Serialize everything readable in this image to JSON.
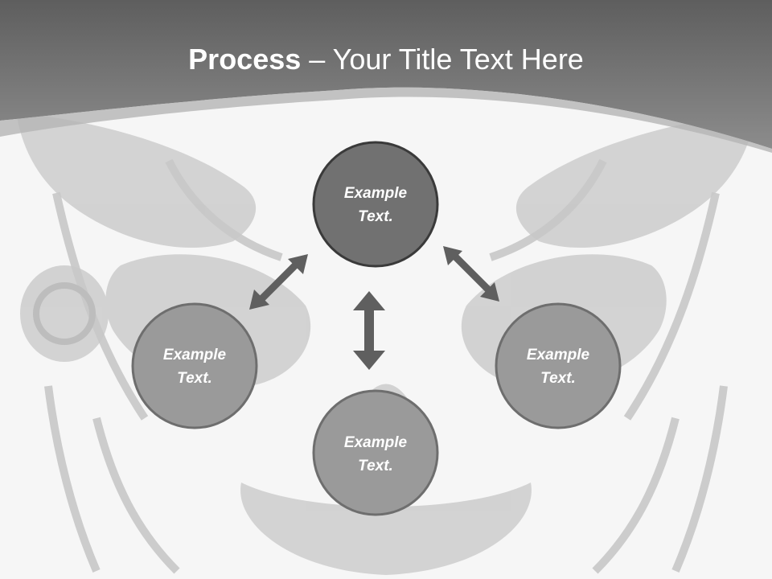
{
  "slide": {
    "title_bold": "Process",
    "title_rest": " – Your Title Text Here"
  },
  "nodes": [
    {
      "id": "top",
      "line1": "Example",
      "line2": "Text."
    },
    {
      "id": "left",
      "line1": "Example",
      "line2": "Text."
    },
    {
      "id": "bottom",
      "line1": "Example",
      "line2": "Text."
    },
    {
      "id": "right",
      "line1": "Example",
      "line2": "Text."
    }
  ],
  "colors": {
    "header": "#7a7a7a",
    "top_node": "#717171",
    "other_nodes": "#9a9a9a",
    "arrows": "#5f5f5f",
    "background": "#f6f6f6"
  },
  "background_art": "skull-watermark"
}
